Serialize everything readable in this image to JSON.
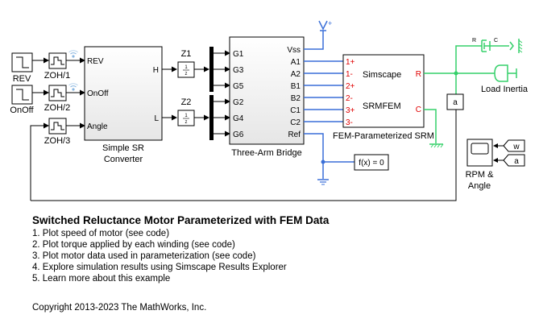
{
  "blocks": {
    "rev": {
      "label": "REV"
    },
    "onoff": {
      "label": "OnOff"
    },
    "zoh1": {
      "label": "ZOH/1"
    },
    "zoh2": {
      "label": "ZOH/2"
    },
    "zoh3": {
      "label": "ZOH/3"
    },
    "converter": {
      "label_line1": "Simple SR",
      "label_line2": "Converter",
      "in_ports": [
        "REV",
        "OnOff",
        "Angle"
      ],
      "out_ports": [
        "H",
        "L"
      ]
    },
    "z1": {
      "label": "Z1"
    },
    "z2": {
      "label": "Z2"
    },
    "bridge": {
      "label": "Three-Arm Bridge",
      "in_ports": [
        "G1",
        "G3",
        "G5",
        "G2",
        "G4",
        "G6"
      ],
      "out_ports": [
        "Vss",
        "A1",
        "A2",
        "B1",
        "B2",
        "C1",
        "C2",
        "Ref"
      ]
    },
    "srm": {
      "label": "FEM-Parameterized SRM",
      "text1": "Simscape",
      "text2": "SRMFEM",
      "in_ports": [
        "1+",
        "1-",
        "2+",
        "2-",
        "3+",
        "3-"
      ],
      "out_ports": [
        "R",
        "C"
      ]
    },
    "damper": {
      "port_r": "R",
      "port_c": "C"
    },
    "inertia": {
      "label": "Load Inertia"
    },
    "goto_a": {
      "label": "a"
    },
    "solver": {
      "label": "f(x) = 0"
    },
    "scope": {
      "label_line1": "RPM &",
      "label_line2": "Angle"
    },
    "from_w": {
      "label": "w"
    },
    "from_a": {
      "label": "a"
    }
  },
  "description": {
    "title": "Switched Reluctance Motor Parameterized with FEM Data",
    "items": [
      "1. Plot speed of motor (see code)",
      "2. Plot torque applied by each winding (see code)",
      "3. Plot motor data used in parameterization (see code)",
      "4. Explore simulation results using Simscape Results Explorer",
      "5. Learn more about this example"
    ],
    "copyright": "Copyright 2013-2023 The MathWorks, Inc."
  },
  "colors": {
    "electrical": "#3a6fd8",
    "mechanical": "#35d06a",
    "port_label": "#e00000"
  }
}
